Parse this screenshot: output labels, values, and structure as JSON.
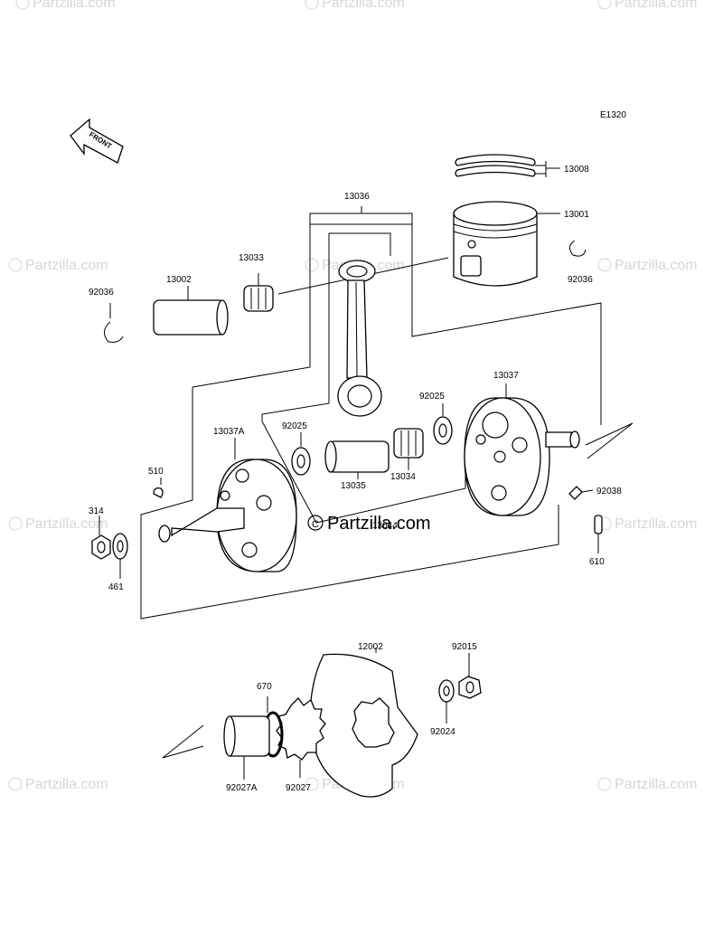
{
  "diagram_code": "E1320",
  "front_label": "FRONT",
  "watermark": "Partzilla.com",
  "center_brand": "Partzilla.com",
  "parts": {
    "p13008": "13008",
    "p13001": "13001",
    "p13036": "13036",
    "p13033": "13033",
    "p13002": "13002",
    "p92036_left": "92036",
    "p92036_right": "92036",
    "p13037": "13037",
    "p13037A": "13037A",
    "p92025_left": "92025",
    "p92025_right": "92025",
    "p510": "510",
    "p314": "314",
    "p461": "461",
    "p13035": "13035",
    "p13034": "13034",
    "p13044": "13044",
    "p92038": "92038",
    "p610": "610",
    "p12002": "12002",
    "p92015": "92015",
    "p92024": "92024",
    "p670": "670",
    "p92027A": "92027A",
    "p92027": "92027"
  }
}
